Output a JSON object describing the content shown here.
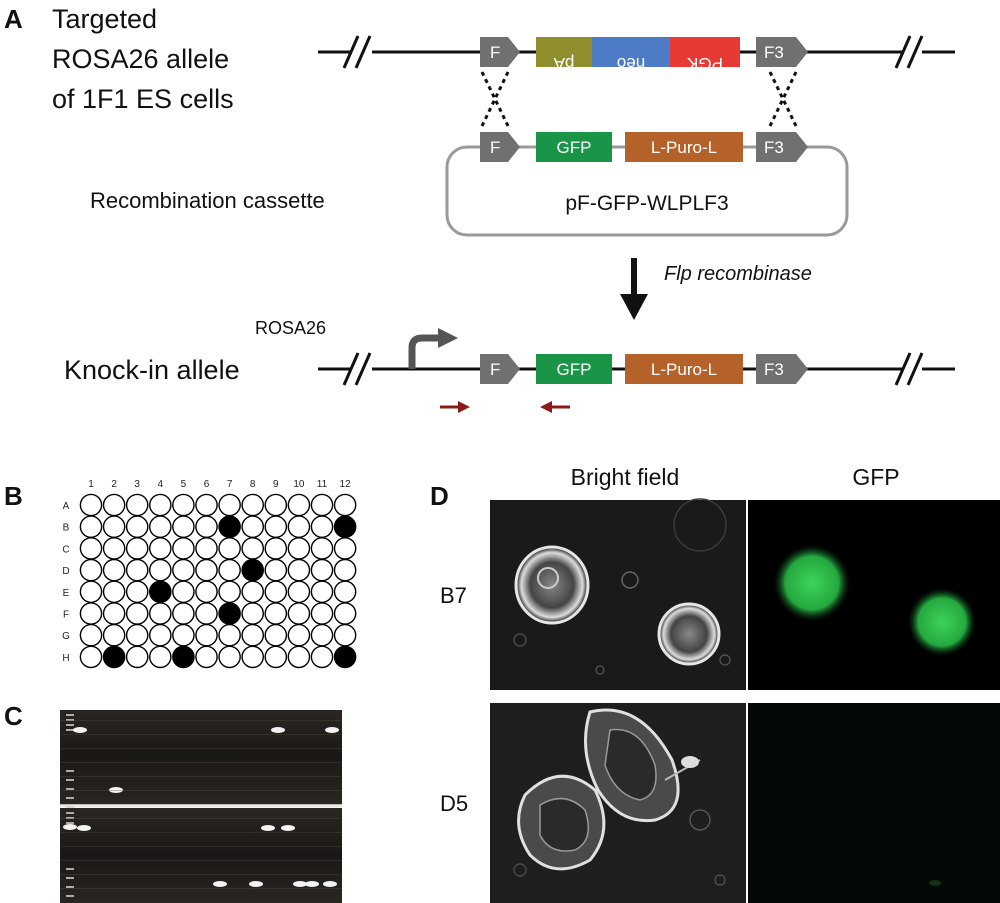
{
  "panels": {
    "A": "A",
    "B": "B",
    "C": "C",
    "D": "D"
  },
  "panel_a": {
    "targeted_title": [
      "Targeted",
      "ROSA26 allele",
      "of 1F1 ES cells"
    ],
    "targeted_elements": [
      {
        "label": "F",
        "color": "#707070",
        "shape": "arrow"
      },
      {
        "label": "pA",
        "color": "#8e8e2c",
        "shape": "box",
        "flipped": true
      },
      {
        "label": "neo",
        "color": "#4e7bc6",
        "shape": "box",
        "flipped": true
      },
      {
        "label": "PGK",
        "color": "#e83a35",
        "shape": "box",
        "flipped": true
      },
      {
        "label": "F3",
        "color": "#707070",
        "shape": "arrow"
      }
    ],
    "cassette_title": "Recombination cassette",
    "cassette_elements": [
      {
        "label": "F",
        "color": "#707070",
        "shape": "arrow"
      },
      {
        "label": "GFP",
        "color": "#1a9446",
        "shape": "box"
      },
      {
        "label": "L-Puro-L",
        "color": "#b5622a",
        "shape": "box"
      },
      {
        "label": "F3",
        "color": "#707070",
        "shape": "arrow"
      }
    ],
    "plasmid_name": "pF-GFP-WLPLF3",
    "enzyme": "Flp recombinase",
    "locus_label": "ROSA26",
    "knockin_title": "Knock-in allele",
    "knockin_elements": [
      {
        "label": "F",
        "color": "#707070",
        "shape": "arrow"
      },
      {
        "label": "GFP",
        "color": "#1a9446",
        "shape": "box"
      },
      {
        "label": "L-Puro-L",
        "color": "#b5622a",
        "shape": "box"
      },
      {
        "label": "F3",
        "color": "#707070",
        "shape": "arrow"
      }
    ],
    "primer_color": "#8b1a1a"
  },
  "panel_b": {
    "columns": [
      "1",
      "2",
      "3",
      "4",
      "5",
      "6",
      "7",
      "8",
      "9",
      "10",
      "11",
      "12"
    ],
    "rows": [
      "A",
      "B",
      "C",
      "D",
      "E",
      "F",
      "G",
      "H"
    ],
    "filled_wells": [
      "B7",
      "B12",
      "D8",
      "E4",
      "F7",
      "H2",
      "H5",
      "H12"
    ]
  },
  "panel_d": {
    "col_labels": [
      "Bright field",
      "GFP"
    ],
    "row_labels": [
      "B7",
      "D5"
    ]
  },
  "colors": {
    "accent_gfp": "#2ecc40",
    "gel_background": "#1b1b1b"
  }
}
